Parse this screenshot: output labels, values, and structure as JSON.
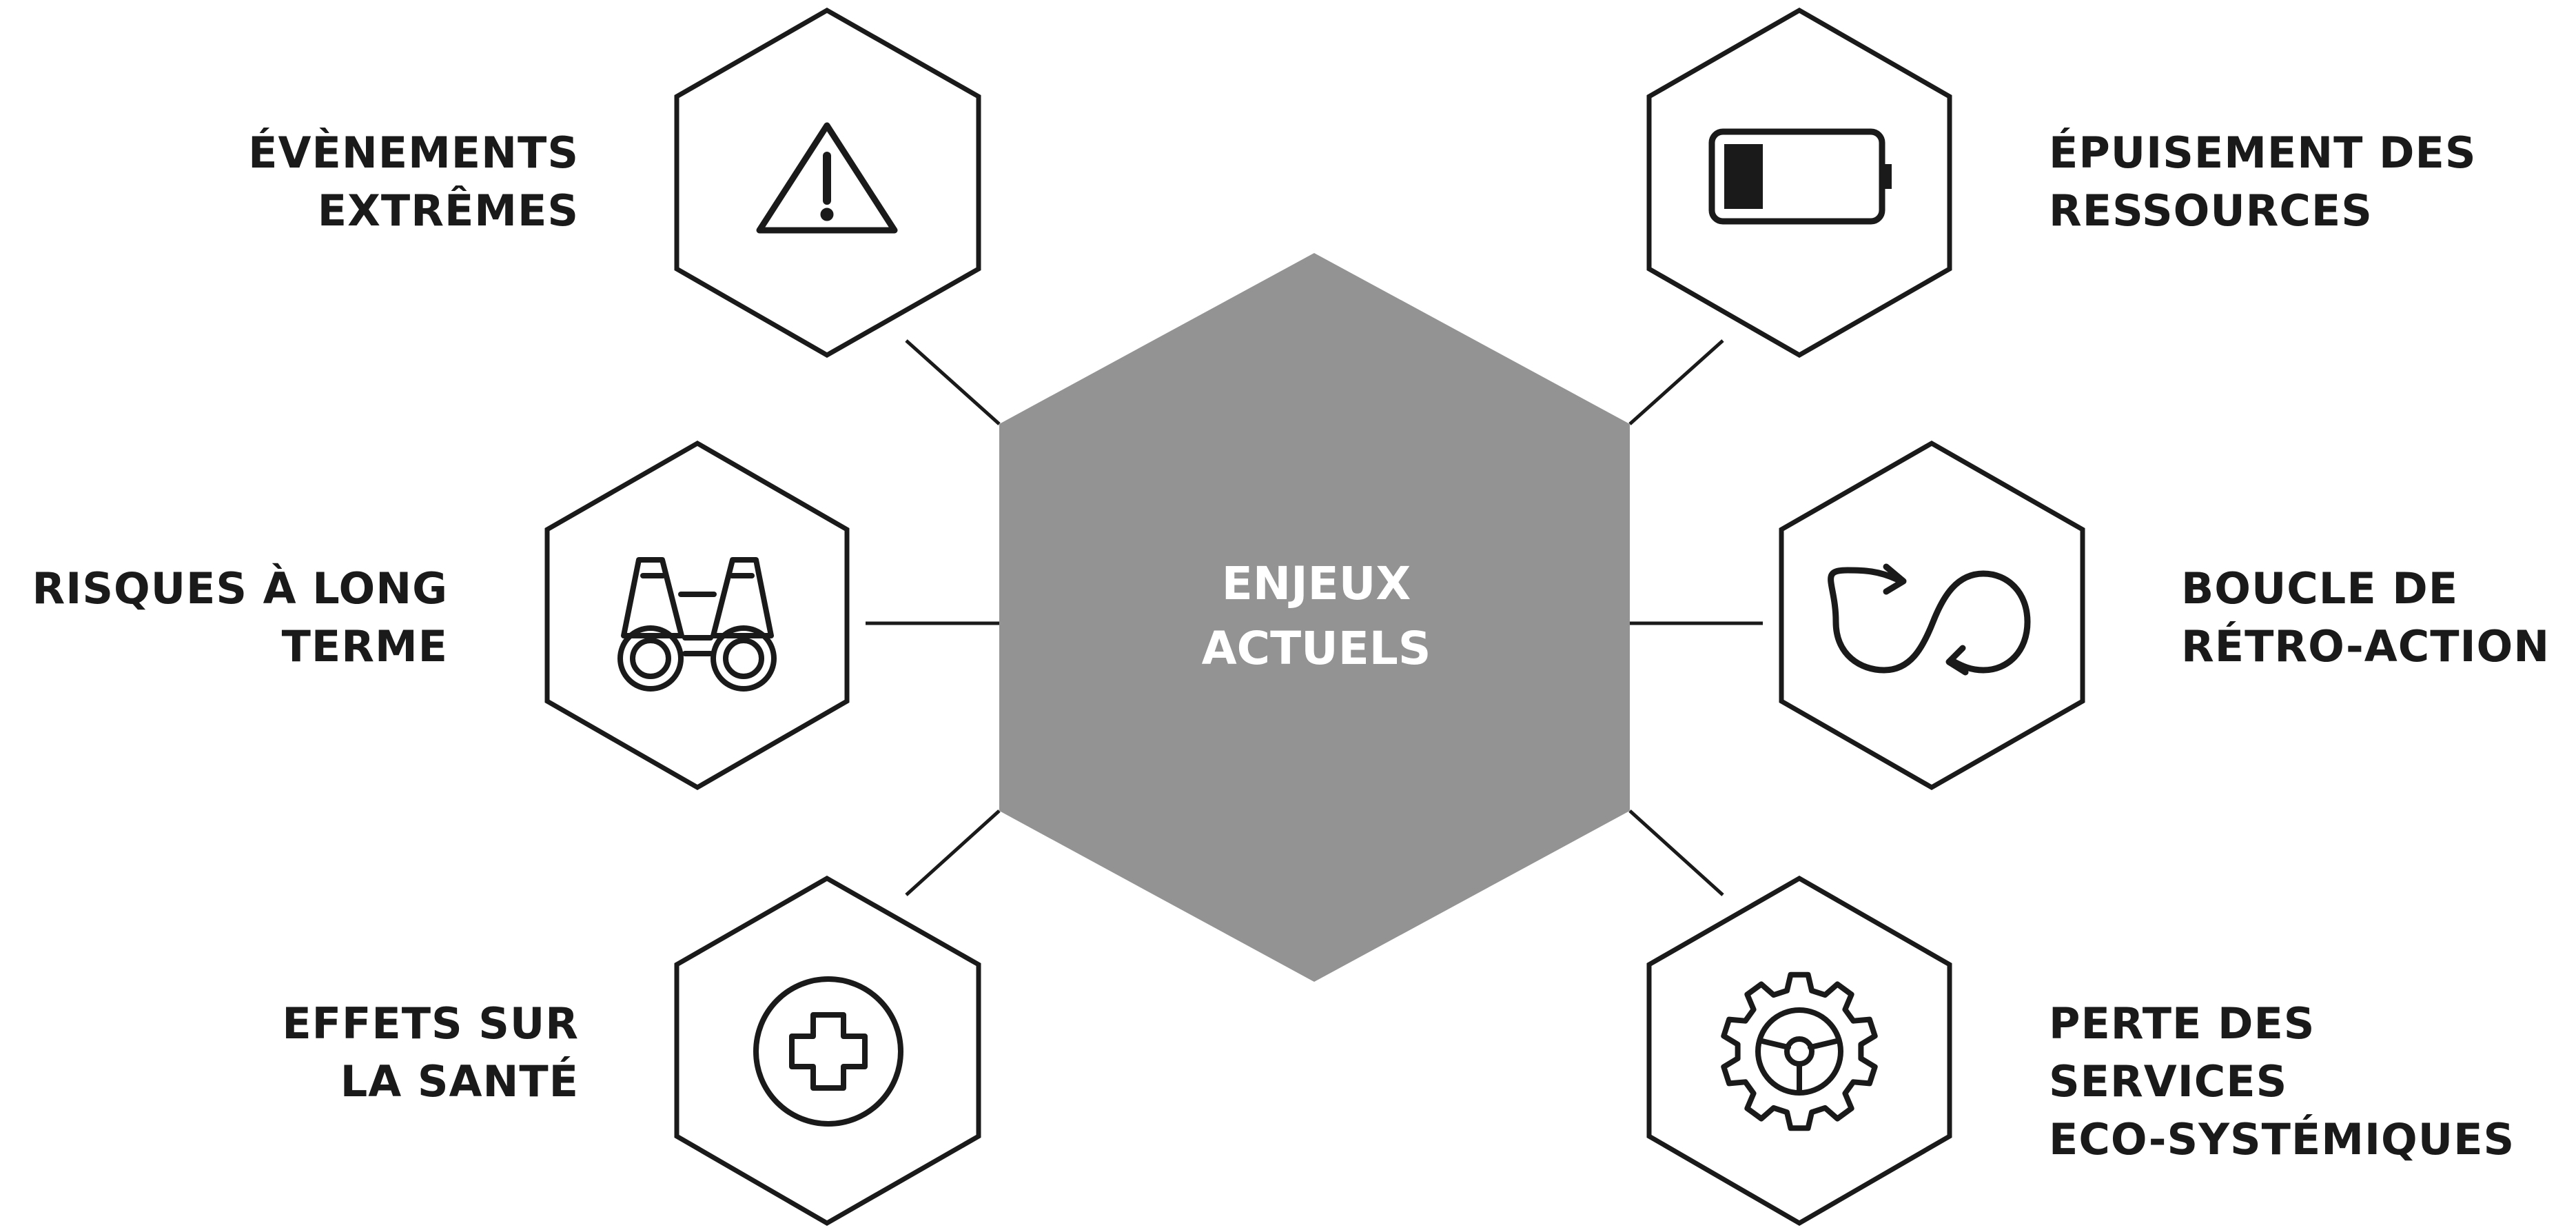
{
  "center": {
    "line1": "ENJEUX",
    "line2": "ACTUELS",
    "fill": "#939393"
  },
  "nodes": {
    "extreme_events": {
      "lines": [
        "ÉVÈNEMENTS",
        "EXTRÊMES"
      ],
      "icon": "warning-triangle-icon"
    },
    "long_term_risks": {
      "lines": [
        "RISQUES À LONG",
        "TERME"
      ],
      "icon": "binoculars-icon"
    },
    "health_effects": {
      "lines": [
        "EFFETS SUR",
        "LA SANTÉ"
      ],
      "icon": "medical-cross-icon"
    },
    "resource_depletion": {
      "lines": [
        "ÉPUISEMENT DES",
        "RESSOURCES"
      ],
      "icon": "low-battery-icon"
    },
    "feedback_loop": {
      "lines": [
        "BOUCLE DE",
        "RÉTRO-ACTION"
      ],
      "icon": "loop-arrows-icon"
    },
    "ecosystem_services": {
      "lines": [
        "PERTE DES",
        "SERVICES",
        "ECO-SYSTÉMIQUES"
      ],
      "icon": "gear-steering-icon"
    }
  },
  "colors": {
    "outline": "#1a1a1a",
    "text": "#1a1a1a",
    "center_text": "#ffffff"
  }
}
